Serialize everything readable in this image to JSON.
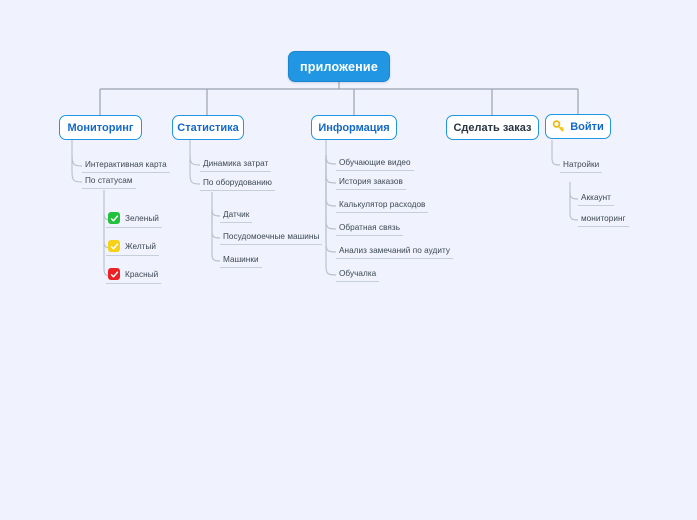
{
  "background_color": "#f0f2fd",
  "accent_color": "#2196e3",
  "root": {
    "label": "приложение"
  },
  "branches": [
    {
      "id": "monitoring",
      "label": "Мониторинг",
      "label_color": "#1569c7",
      "icon": null,
      "children": [
        {
          "label": "Интерактивная карта"
        },
        {
          "label": "По статусам",
          "children": [
            {
              "label": "Зеленый",
              "icon": "check-icon",
              "icon_color": "#22c13c"
            },
            {
              "label": "Желтый",
              "icon": "check-icon",
              "icon_color": "#f7d117"
            },
            {
              "label": "Красный",
              "icon": "check-icon",
              "icon_color": "#ed2024"
            }
          ]
        }
      ]
    },
    {
      "id": "statistics",
      "label": "Статистика",
      "label_color": "#1569c7",
      "icon": null,
      "children": [
        {
          "label": "Динамика затрат"
        },
        {
          "label": "По оборудованию",
          "children": [
            {
              "label": "Датчик"
            },
            {
              "label": "Посудомоечные машины"
            },
            {
              "label": "Машинки"
            }
          ]
        }
      ]
    },
    {
      "id": "information",
      "label": "Информация",
      "label_color": "#1569c7",
      "icon": null,
      "children": [
        {
          "label": "Обучающие видео"
        },
        {
          "label": "История заказов"
        },
        {
          "label": "Калькулятор расходов"
        },
        {
          "label": "Обратная связь"
        },
        {
          "label": "Анализ замечаний по аудиту"
        },
        {
          "label": "Обучалка"
        }
      ]
    },
    {
      "id": "make-order",
      "label": "Сделать заказ",
      "label_color": "#2a3542",
      "icon": null,
      "children": []
    },
    {
      "id": "login",
      "label": "Войти",
      "label_color": "#1569c7",
      "icon": "key-icon",
      "children": [
        {
          "label": "Натройки",
          "children": [
            {
              "label": "Аккаунт"
            },
            {
              "label": "мониторинг"
            }
          ]
        }
      ]
    }
  ]
}
